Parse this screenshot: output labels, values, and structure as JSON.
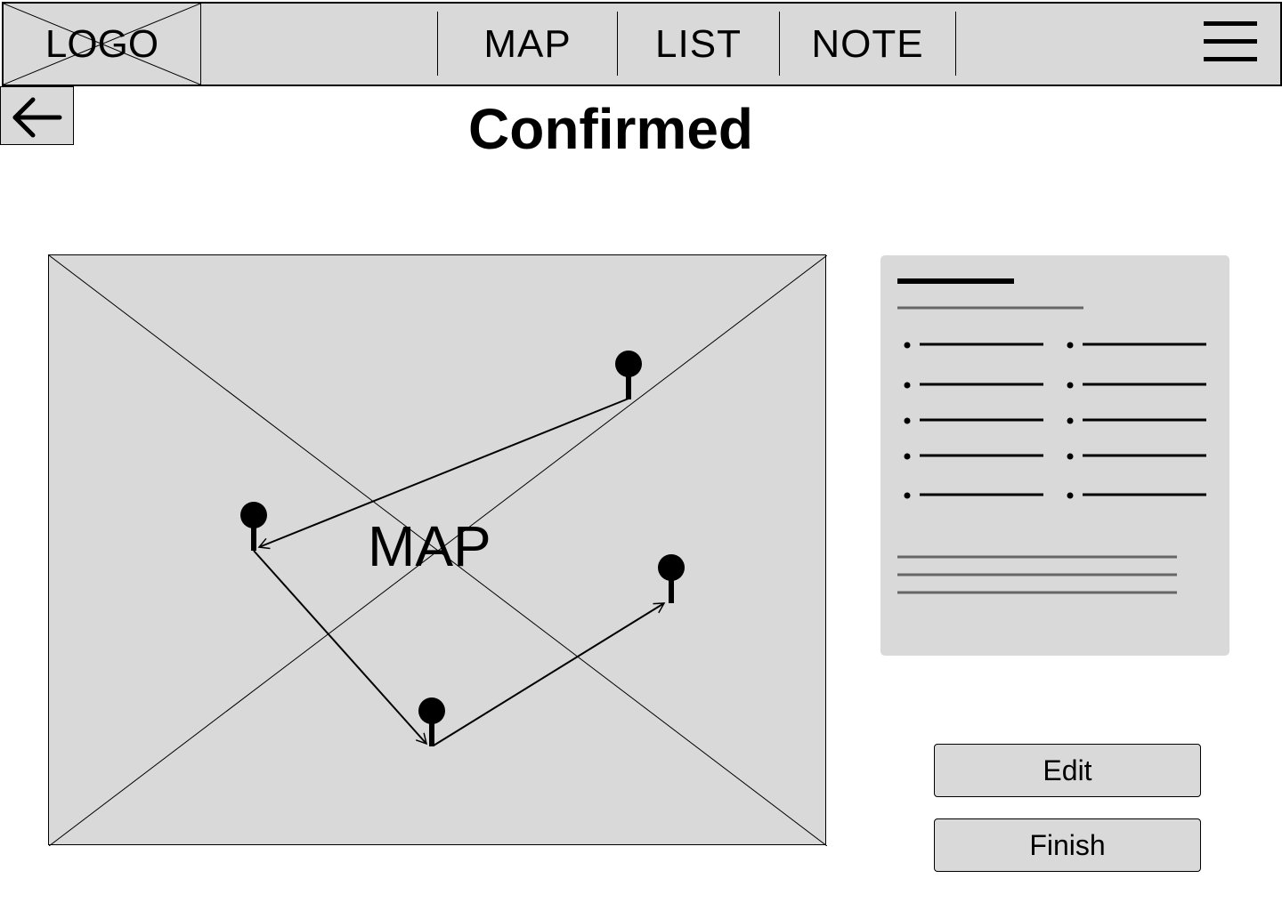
{
  "header": {
    "logo_text": "LOGO",
    "nav": {
      "map": "MAP",
      "list": "LIST",
      "note": "NOTE"
    },
    "menu_icon": "hamburger-menu-icon"
  },
  "back_icon": "arrow-left-icon",
  "page": {
    "title": "Confirmed"
  },
  "map": {
    "label": "MAP",
    "pin_icon": "map-pin-icon"
  },
  "actions": {
    "edit_label": "Edit",
    "finish_label": "Finish"
  }
}
